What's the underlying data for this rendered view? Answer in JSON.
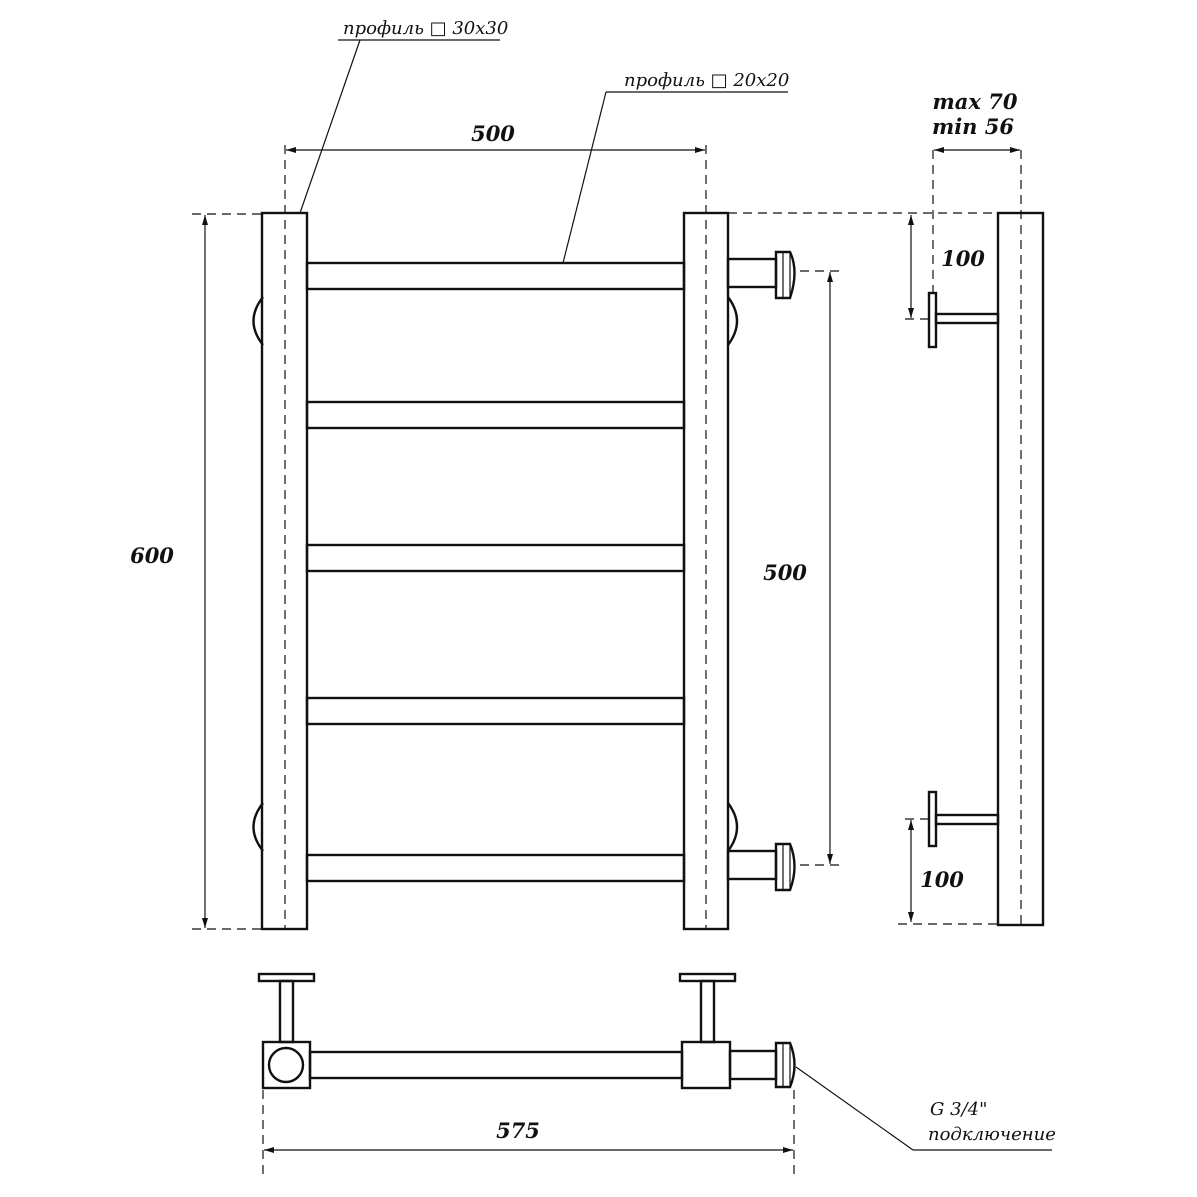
{
  "labels": {
    "profile_large": "профиль □ 30x30",
    "profile_small": "профиль □ 20x20",
    "width_top": "500",
    "height_total": "600",
    "center_distance": "500",
    "depth_max": "max 70",
    "depth_min": "min 56",
    "offset_top": "100",
    "offset_bottom": "100",
    "width_bottom": "575",
    "connection_thread": "G 3/4\"",
    "connection_word": "подключение"
  },
  "rungs": {
    "count": 5
  }
}
